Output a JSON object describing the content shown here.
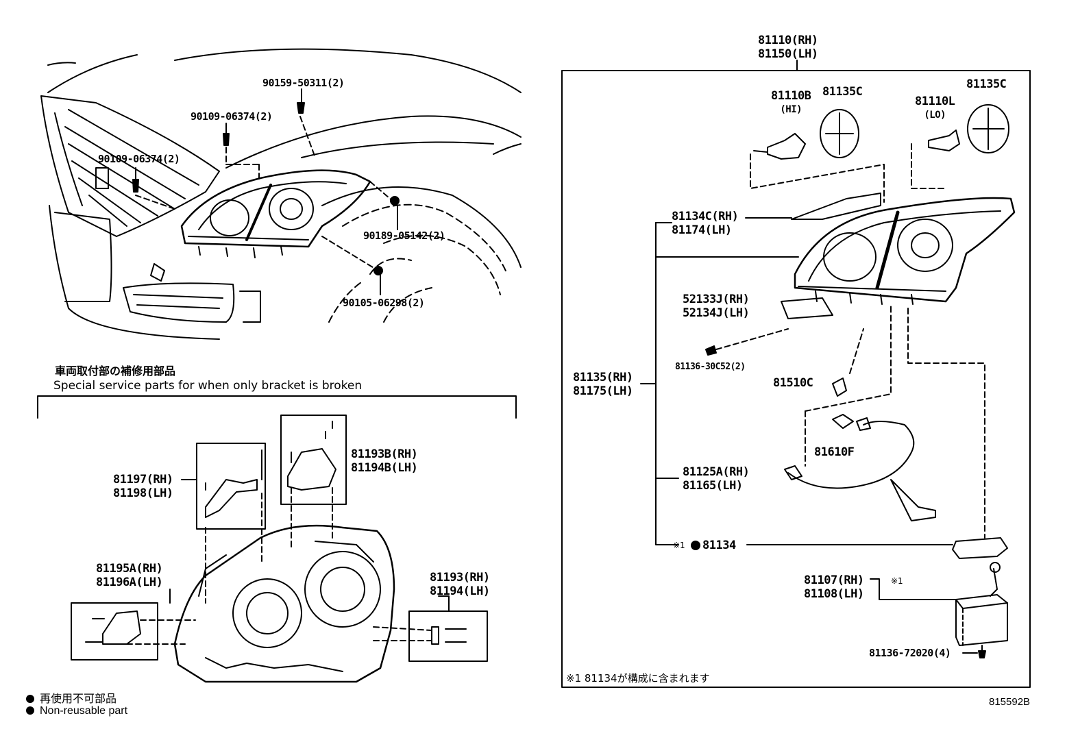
{
  "top_left_labels": {
    "bolt_a": "90159-50311(2)",
    "bolt_b": "90109-06374(2)",
    "bolt_c": "90109-06374(2)",
    "clip_a": "90189-05142(2)",
    "clip_b": "90105-06298(2)"
  },
  "service_section": {
    "title_jp": "車両取付部の補修用部品",
    "title_en": "Special service parts for when only bracket is broken",
    "parts": {
      "p81197": [
        "81197(RH)",
        "81198(LH)"
      ],
      "p81193B": [
        "81193B(RH)",
        "81194B(LH)"
      ],
      "p81195A": [
        "81195A(RH)",
        "81196A(LH)"
      ],
      "p81193": [
        "81193(RH)",
        "81194(LH)"
      ]
    }
  },
  "assembly": {
    "header": [
      "81110(RH)",
      "81150(LH)"
    ],
    "bulb_hi": [
      "81110B",
      "(HI)"
    ],
    "cap_hi": "81135C",
    "bulb_lo": [
      "81110L",
      "(LO)"
    ],
    "cap_lo": "81135C",
    "p81134C": [
      "81134C(RH)",
      "81174(LH)"
    ],
    "p52133": [
      "52133J(RH)",
      "52134J(LH)"
    ],
    "screw": "81136-30C52(2)",
    "p81135": [
      "81135(RH)",
      "81175(LH)"
    ],
    "p81510C": "81510C",
    "p81610F": "81610F",
    "p81125A": [
      "81125A(RH)",
      "81165(LH)"
    ],
    "p81134_mark": "※1",
    "p81134": "81134",
    "p81107": [
      "81107(RH)",
      "81108(LH)"
    ],
    "p81107_mark": "※1",
    "screw2": "81136-72020(4)",
    "footnote": "※1  81134が構成に含まれます"
  },
  "legend": {
    "jp": "再使用不可部品",
    "en": "Non-reusable part"
  },
  "figure_id": "815592B"
}
